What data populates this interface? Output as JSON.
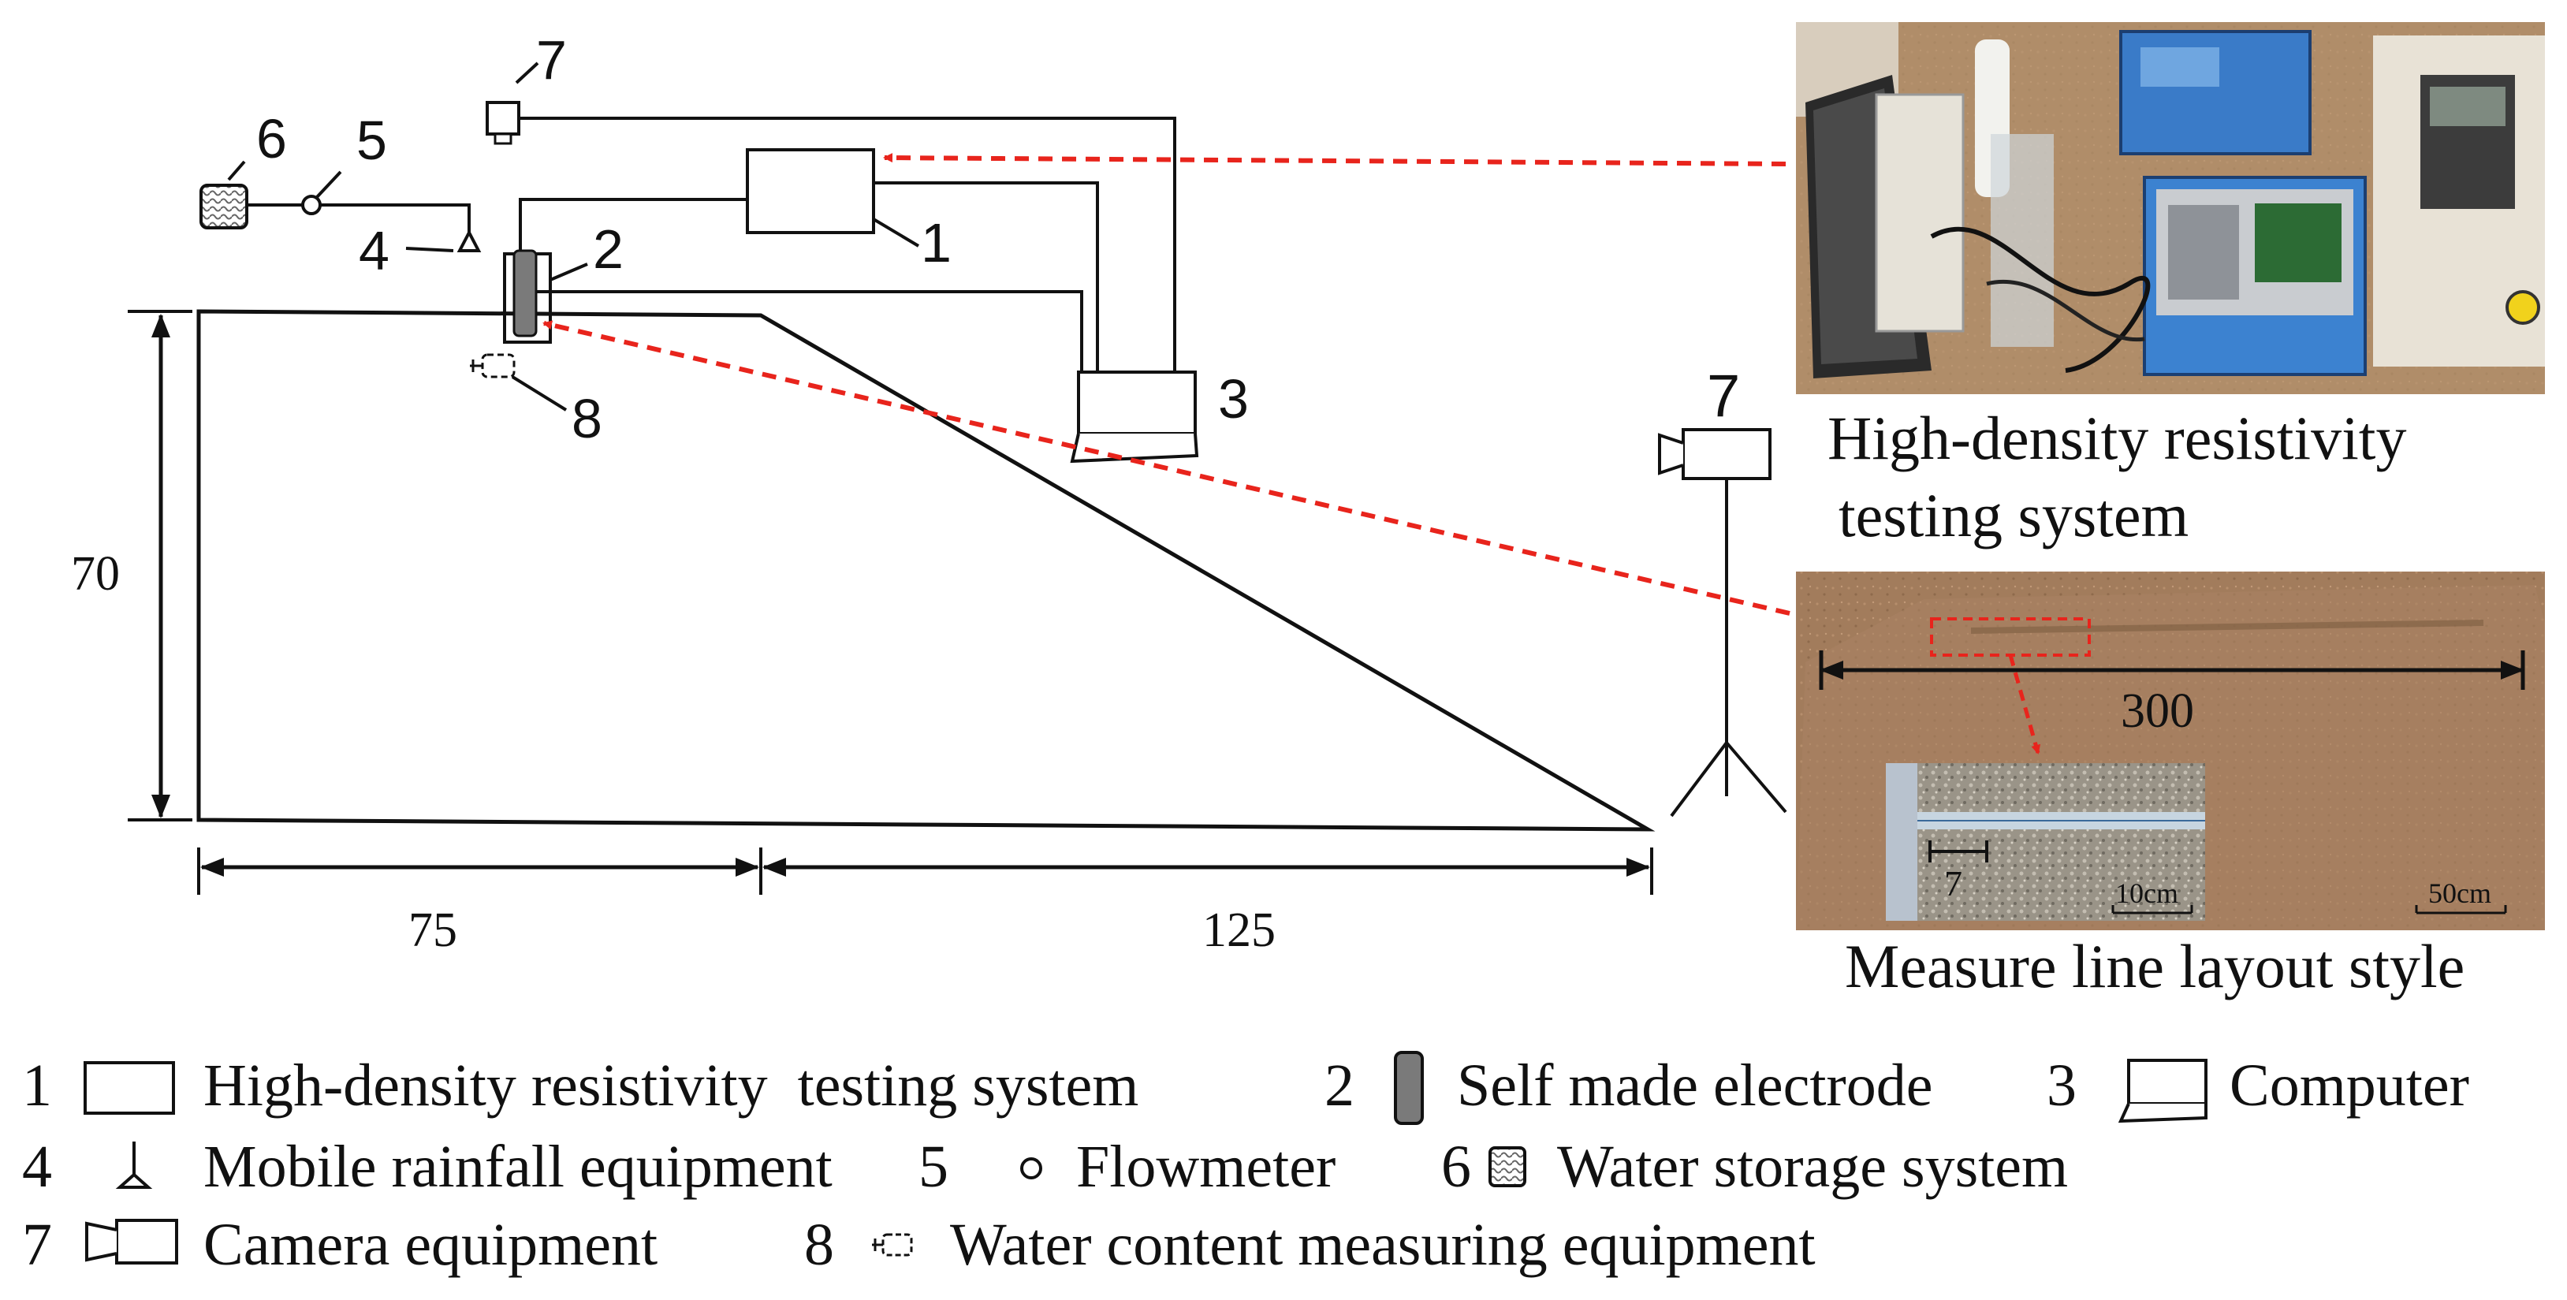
{
  "diagram": {
    "dimensions": {
      "height": "70",
      "top_length": "75",
      "slope_length": "125",
      "line_length": "300",
      "electrode_spacing": "7"
    },
    "callouts": {
      "n1": "1",
      "n2": "2",
      "n3": "3",
      "n4": "4",
      "n5": "5",
      "n6": "6",
      "n7_top": "7",
      "n7_camera": "7",
      "n8": "8"
    },
    "photo_captions": {
      "testing_system_line1": "High-density resistivity",
      "testing_system_line2": "testing system",
      "measure_line": "Measure line layout style"
    },
    "scale_bars": {
      "inset": "10cm",
      "photo": "50cm"
    }
  },
  "legend": [
    {
      "num": "1",
      "label": "High-density resistivity  testing system",
      "icon": "rectangle-icon"
    },
    {
      "num": "2",
      "label": "Self made electrode",
      "icon": "electrode-icon"
    },
    {
      "num": "3",
      "label": "Computer",
      "icon": "computer-icon"
    },
    {
      "num": "4",
      "label": "Mobile rainfall equipment",
      "icon": "rainfall-icon"
    },
    {
      "num": "5",
      "label": "Flowmeter",
      "icon": "flowmeter-icon"
    },
    {
      "num": "6",
      "label": "Water storage system",
      "icon": "water-storage-icon"
    },
    {
      "num": "7",
      "label": "Camera equipment",
      "icon": "camera-icon"
    },
    {
      "num": "8",
      "label": "Water content measuring equipment",
      "icon": "moisture-sensor-icon"
    }
  ],
  "colors": {
    "arrow": "#e8241c",
    "line": "#111111",
    "soil": "#a07a5a",
    "electrode": "#7a7a7a"
  }
}
